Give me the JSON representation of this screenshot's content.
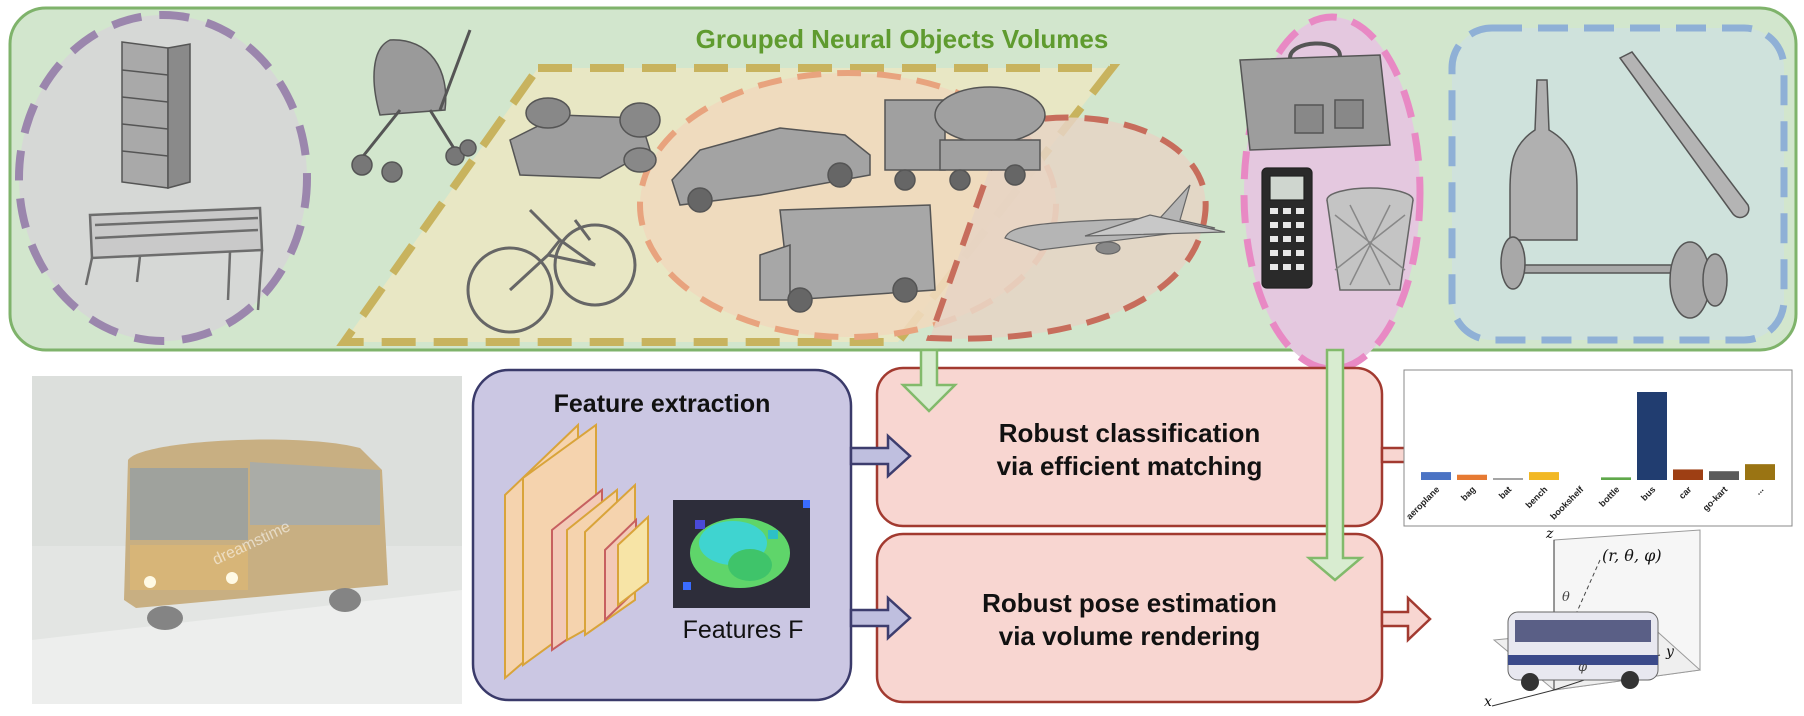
{
  "diagram": {
    "title": "Grouped Neural Objects Volumes",
    "feature_box": {
      "title": "Feature extraction",
      "features_label": "Features F"
    },
    "classification_box": {
      "line1": "Robust classification",
      "line2": "via efficient matching"
    },
    "pose_box": {
      "line1": "Robust pose estimation",
      "line2": "via volume rendering"
    },
    "input_image": {
      "description_icon": "snowy-bus-photo",
      "watermark_text": "dreamstime"
    },
    "pose_plot": {
      "coord_label": "(r, θ, φ)",
      "axis_x": "x",
      "axis_y": "y",
      "axis_z": "z",
      "theta": "θ",
      "phi": "φ"
    },
    "groups": [
      {
        "name": "gray-group",
        "color": "#9b86ad",
        "objects": [
          "bookshelf",
          "bench"
        ]
      },
      {
        "name": "standalone",
        "color": "",
        "objects": [
          "stroller"
        ]
      },
      {
        "name": "yellow-group",
        "color": "#c8b35e",
        "objects": [
          "go-kart",
          "bicycle"
        ]
      },
      {
        "name": "orange-group",
        "color": "#e8a37e",
        "objects": [
          "car",
          "truck",
          "van"
        ]
      },
      {
        "name": "red-group",
        "color": "#c76d5c",
        "objects": [
          "aeroplane"
        ]
      },
      {
        "name": "pink-group",
        "color": "#e889c4",
        "objects": [
          "bag",
          "calculator",
          "trash-can"
        ]
      },
      {
        "name": "blue-group",
        "color": "#8fb0d6",
        "objects": [
          "bottle",
          "bat",
          "barbell"
        ]
      }
    ],
    "colors": {
      "outer_green_fill": "#d2e6cd",
      "outer_green_stroke": "#7fb36b",
      "title_green": "#5f9b2f",
      "feature_fill": "#cbc7e3",
      "feature_stroke": "#3a3a6a",
      "box_fill": "#f8d6d1",
      "box_stroke": "#a23a30",
      "arrow_green_fill": "#d8ecd0",
      "arrow_green_stroke": "#82ba6b",
      "arrow_purple_fill": "#bfbfdf",
      "arrow_purple_stroke": "#3d3d6e"
    }
  },
  "chart_data": {
    "type": "bar",
    "categories": [
      "aeroplane",
      "bag",
      "bat",
      "bench",
      "bookshelf",
      "bottle",
      "bus",
      "car",
      "go-kart",
      "..."
    ],
    "values": [
      0.09,
      0.06,
      0.01,
      0.09,
      0.0,
      0.03,
      1.0,
      0.12,
      0.1,
      0.18
    ],
    "colors": [
      "#4b73c4",
      "#e67a33",
      "#a5a5a5",
      "#f2b824",
      "#4a78c2",
      "#5fa84a",
      "#213d70",
      "#9e3f14",
      "#5b5b5b",
      "#9a7413"
    ],
    "ylim": [
      0,
      1
    ]
  }
}
